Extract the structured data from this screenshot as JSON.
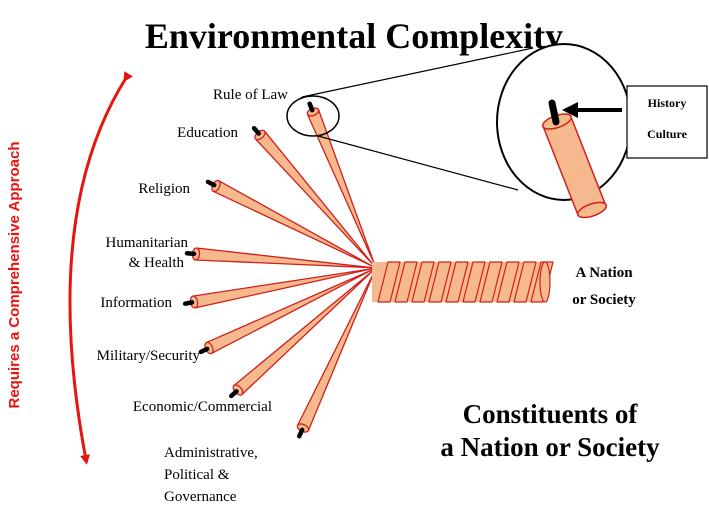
{
  "title": "Environmental Complexity",
  "side_label": "Requires a Comprehensive Approach",
  "strands": [
    {
      "label": "Rule of Law"
    },
    {
      "label": "Education"
    },
    {
      "label": "Religion"
    },
    {
      "label_lines": [
        "Humanitarian",
        "& Health"
      ]
    },
    {
      "label": "Information"
    },
    {
      "label": "Military/Security"
    },
    {
      "label": "Economic/Commercial"
    },
    {
      "label_lines": [
        "Administrative,",
        "Political &",
        "Governance"
      ]
    }
  ],
  "nation_label": [
    "A Nation",
    "or Society"
  ],
  "box_labels": [
    "History",
    "Culture"
  ],
  "constituents_label": [
    "Constituents of",
    "a Nation or Society"
  ],
  "colors": {
    "rod_fill": "#f6b98e",
    "rod_stroke": "#d0201a",
    "arrow_red": "#e8140f",
    "cap": "#000000"
  }
}
